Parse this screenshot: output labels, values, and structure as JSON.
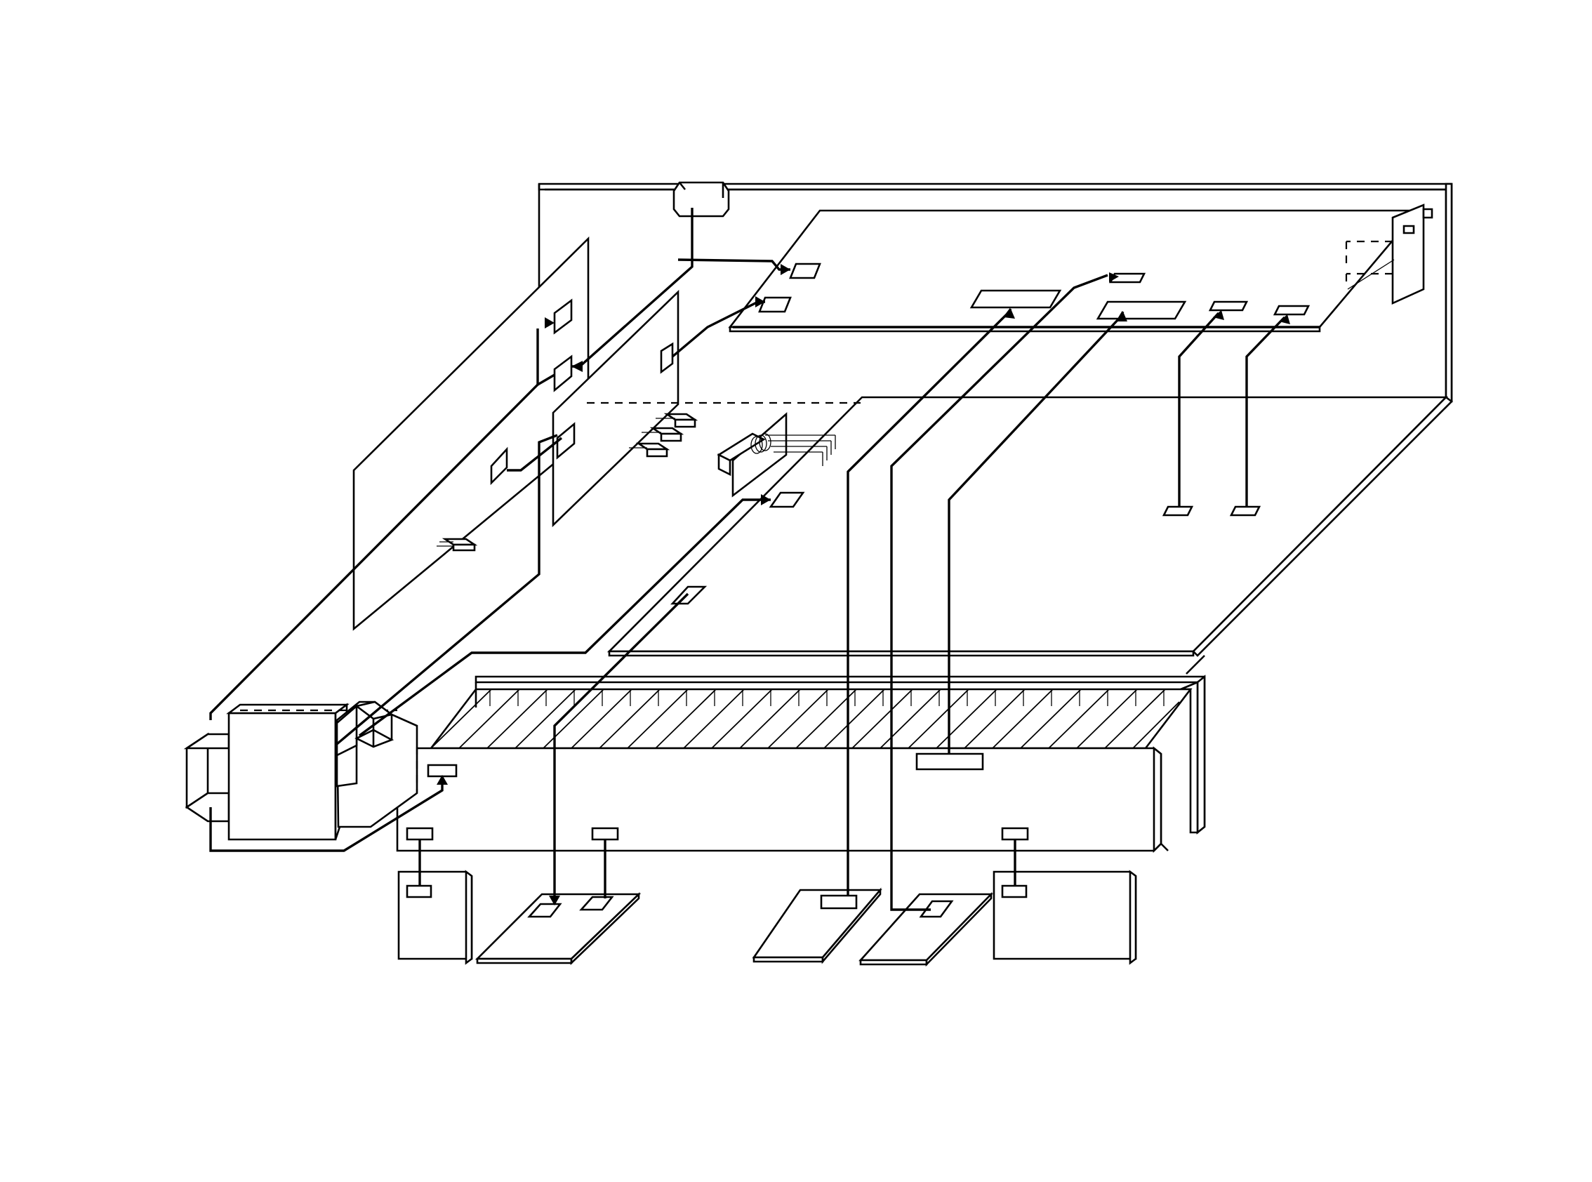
{
  "diagram": {
    "kind": "isometric line drawing",
    "colors": {
      "stroke": "#000000",
      "background": "#ffffff"
    },
    "components": [
      "rear-panel",
      "main-board",
      "left-board",
      "middle-board",
      "riser-card",
      "rear-connector-bracket",
      "top-connector",
      "left-power-module",
      "heatsink",
      "front-bar",
      "front-module-left-box",
      "front-module-flat-1",
      "front-module-flat-2",
      "front-module-flat-3",
      "front-module-right-box"
    ]
  }
}
